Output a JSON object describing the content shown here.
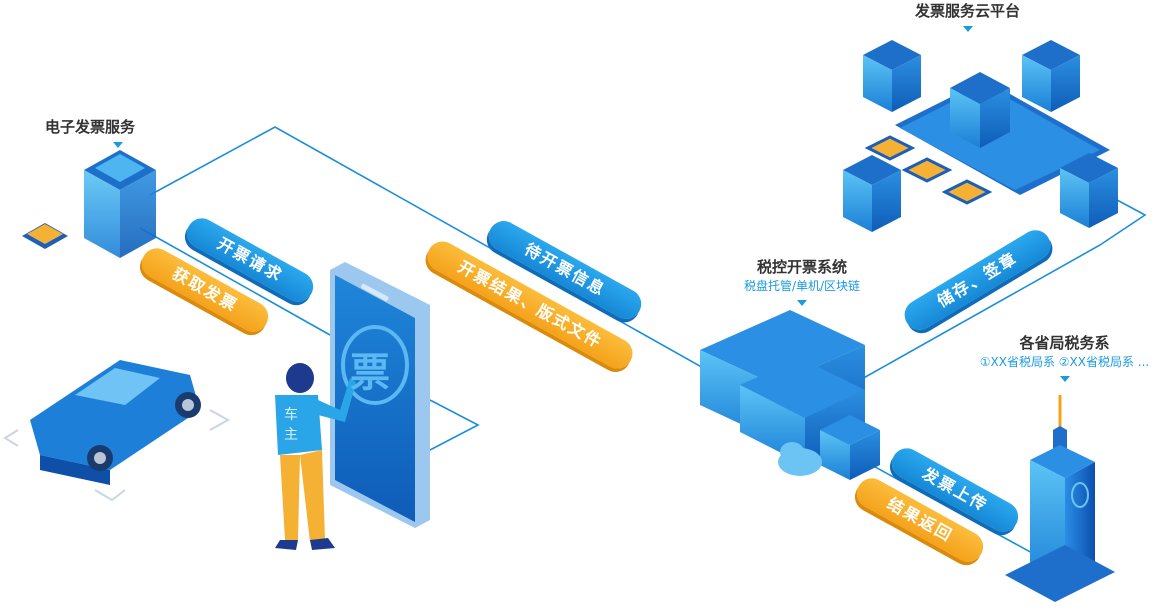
{
  "nodes": {
    "e_invoice_service": {
      "title": "电子发票服务"
    },
    "cloud_platform": {
      "title": "发票服务云平台"
    },
    "tax_control_system": {
      "title": "税控开票系统",
      "subtitle": "税盘托管/单机/区块链"
    },
    "provincial_tax_bureau": {
      "title": "各省局税务系",
      "subtitle": "①XX省税局系 ②XX省税局系 ..."
    },
    "car_owner": {
      "shirt_text": "车主"
    },
    "phone": {
      "screen_glyph": "票"
    }
  },
  "flows": {
    "invoice_request": "开票请求",
    "get_invoice": "获取发票",
    "pending_invoice_info": "待开票信息",
    "invoice_result": "开票结果、版式文件",
    "store_sign": "储存、签章",
    "invoice_upload": "发票上传",
    "result_return": "结果返回"
  },
  "colors": {
    "primary_blue": "#1a9be0",
    "accent_orange": "#f5a21b",
    "title_text": "#333333"
  }
}
